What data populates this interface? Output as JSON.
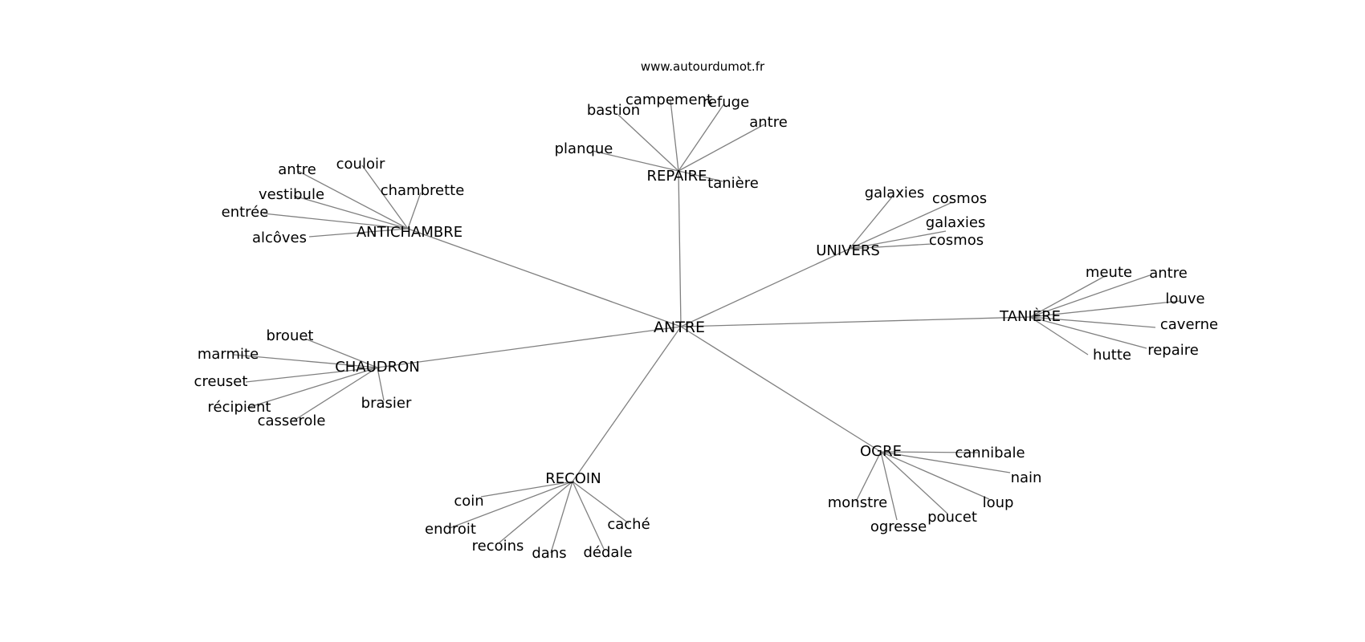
{
  "watermark": "www.autourdumot.fr",
  "colors": {
    "edge": "#808080",
    "text": "#000000",
    "background": "#ffffff"
  },
  "center": {
    "id": "antre",
    "label": "ANTRE"
  },
  "hubs": [
    {
      "id": "repaire",
      "label": "REPAIRE",
      "leaves": [
        "bastion",
        "campement",
        "refuge",
        "antre",
        "planque",
        "tanière"
      ]
    },
    {
      "id": "antichambre",
      "label": "ANTICHAMBRE",
      "leaves": [
        "antre",
        "couloir",
        "vestibule",
        "chambrette",
        "entrée",
        "alcôves"
      ]
    },
    {
      "id": "univers",
      "label": "UNIVERS",
      "leaves": [
        "galaxies",
        "cosmos",
        "galaxies",
        "cosmos"
      ]
    },
    {
      "id": "taniere",
      "label": "TANIÈRE",
      "leaves": [
        "meute",
        "antre",
        "louve",
        "caverne",
        "repaire",
        "hutte"
      ]
    },
    {
      "id": "chaudron",
      "label": "CHAUDRON",
      "leaves": [
        "brouet",
        "marmite",
        "creuset",
        "récipient",
        "casserole",
        "brasier"
      ]
    },
    {
      "id": "ogre",
      "label": "OGRE",
      "leaves": [
        "cannibale",
        "nain",
        "loup",
        "poucet",
        "ogresse",
        "monstre"
      ]
    },
    {
      "id": "recoin",
      "label": "RECOIN",
      "leaves": [
        "coin",
        "endroit",
        "recoins",
        "dans",
        "dédale",
        "caché"
      ]
    }
  ]
}
